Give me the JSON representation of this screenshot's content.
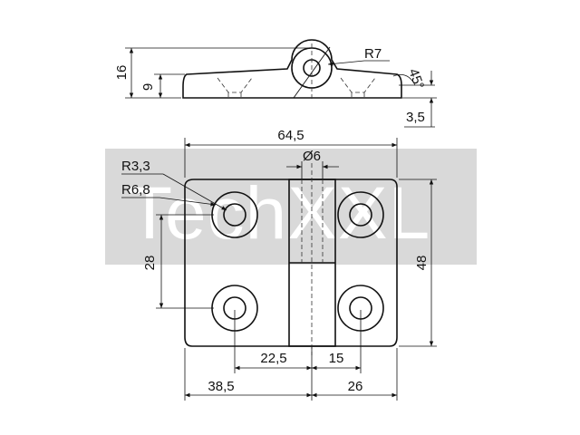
{
  "watermark": {
    "text": "TechXXL",
    "bar_color": "#d9d9d9"
  },
  "side_view": {
    "dims": {
      "height_total": "16",
      "height_leaf": "9",
      "radius": "R7",
      "angle": "45°",
      "thickness": "3,5"
    }
  },
  "front_view": {
    "dims": {
      "width": "64,5",
      "pin_diameter": "Ø6",
      "hole_radius": "R3,3",
      "counterbore_radius": "R6,8",
      "hole_spacing_vertical": "28",
      "height": "48",
      "hole_offset_left": "22,5",
      "hole_offset_right": "15",
      "width_left": "38,5",
      "width_right": "26"
    }
  },
  "colors": {
    "line": "#111111",
    "background": "#ffffff"
  }
}
